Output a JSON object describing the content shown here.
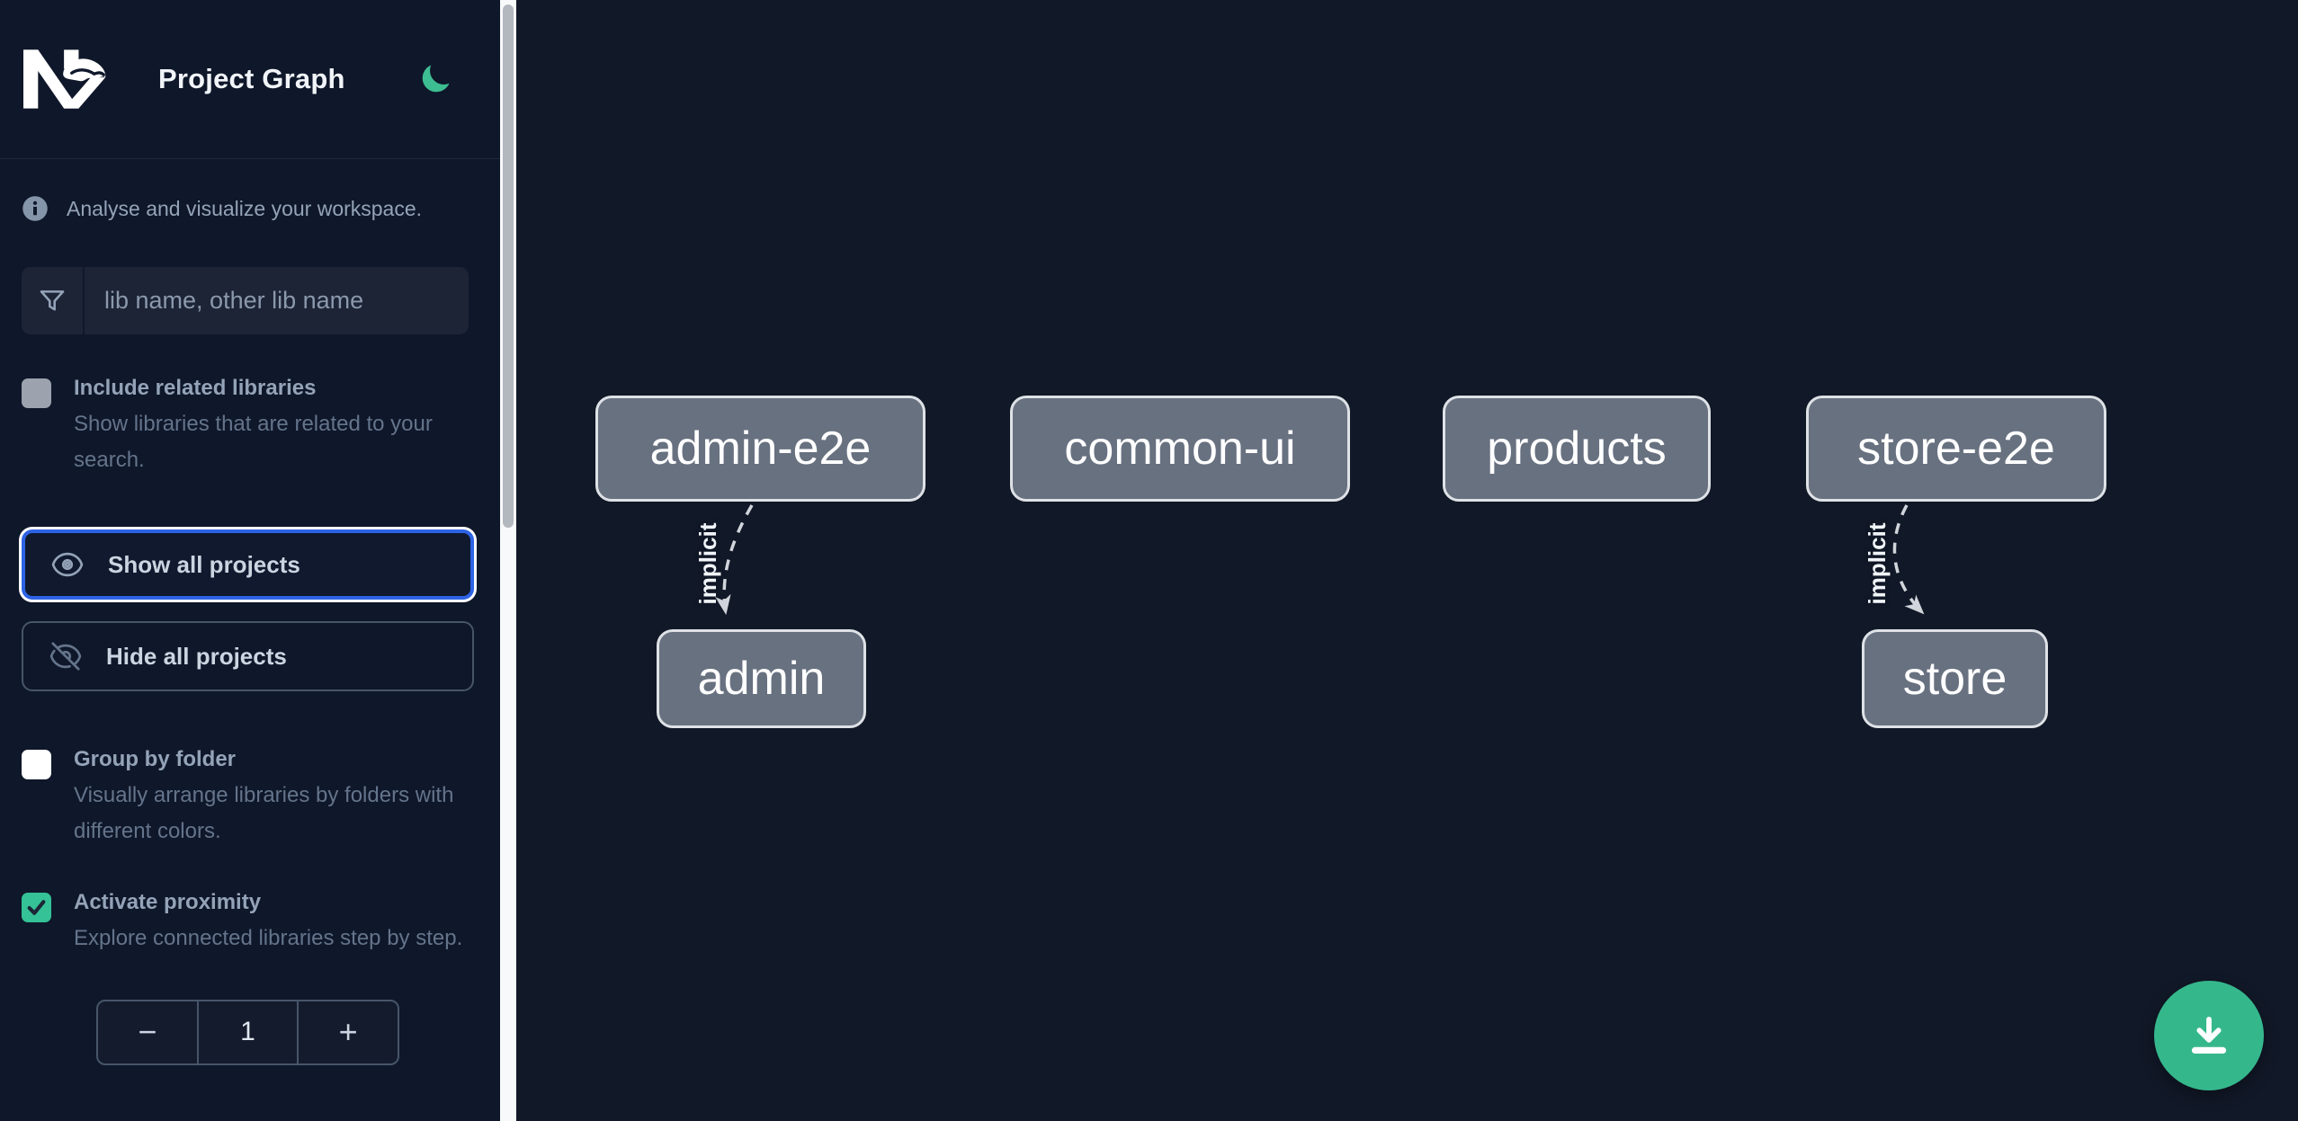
{
  "app": {
    "title": "Project Graph",
    "logo_icon": "nx-logo",
    "theme_toggle_icon": "moon-icon"
  },
  "colors": {
    "sidebar_bg": "#0F172A",
    "canvas_bg": "#111827",
    "accent_green": "#3DBD92",
    "fab_green": "#35B78C",
    "checkbox_checked_green": "#34C296",
    "focus_ring_blue": "#2D63E5",
    "node_fill": "#687180",
    "node_border": "#DEE2E6",
    "edge_gray": "#D1D5DB"
  },
  "sidebar": {
    "info": {
      "icon": "info-icon",
      "text": "Analyse and visualize your workspace."
    },
    "search": {
      "icon": "filter-funnel-icon",
      "placeholder": "lib name, other lib name",
      "value": ""
    },
    "include_related": {
      "label": "Include related libraries",
      "description": "Show libraries that are related to your search.",
      "checked": false
    },
    "show_all": {
      "icon": "eye-icon",
      "label": "Show all projects",
      "focused": true
    },
    "hide_all": {
      "icon": "eye-off-icon",
      "label": "Hide all projects"
    },
    "group_by_folder": {
      "label": "Group by folder",
      "description": "Visually arrange libraries by folders with different colors.",
      "checked": false
    },
    "activate_proximity": {
      "label": "Activate proximity",
      "description": "Explore connected libraries step by step.",
      "checked": true
    },
    "proximity": {
      "decrease": "−",
      "value": "1",
      "increase": "+"
    }
  },
  "graph": {
    "nodes": [
      {
        "label": "admin-e2e"
      },
      {
        "label": "common-ui"
      },
      {
        "label": "products"
      },
      {
        "label": "store-e2e"
      },
      {
        "label": "admin"
      },
      {
        "label": "store"
      }
    ],
    "edges": [
      {
        "from": "admin-e2e",
        "to": "admin",
        "label": "implicit",
        "style": "dashed"
      },
      {
        "from": "store-e2e",
        "to": "store",
        "label": "implicit",
        "style": "dashed"
      }
    ],
    "download_icon": "download-icon"
  }
}
